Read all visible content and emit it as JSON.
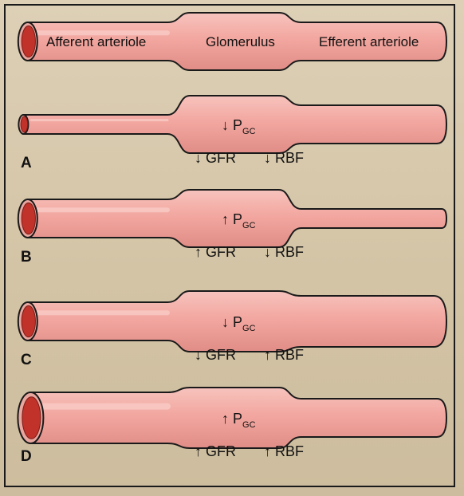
{
  "colors": {
    "vessel_fill": "#f2a7a0",
    "vessel_highlight": "#f9cbc5",
    "vessel_shadow": "#d77f78",
    "vessel_outline": "#1a1a1a",
    "lumen": "#c0322a",
    "lumen_rim": "#e8a79f"
  },
  "labels": {
    "afferent": "Afferent arteriole",
    "glomerulus": "Glomerulus",
    "efferent": "Efferent arteriole"
  },
  "panels": [
    {
      "letter": "",
      "afferent": "normal",
      "efferent": "normal",
      "pgc": null,
      "gfr": null,
      "rbf": null
    },
    {
      "letter": "A",
      "afferent": "constricted",
      "efferent": "normal",
      "pgc": "down",
      "gfr": "down",
      "rbf": "down"
    },
    {
      "letter": "B",
      "afferent": "normal",
      "efferent": "constricted",
      "pgc": "up",
      "gfr": "up",
      "rbf": "down"
    },
    {
      "letter": "C",
      "afferent": "normal",
      "efferent": "dilated",
      "pgc": "down",
      "gfr": "down",
      "rbf": "up"
    },
    {
      "letter": "D",
      "afferent": "dilated",
      "efferent": "normal",
      "pgc": "up",
      "gfr": "up",
      "rbf": "up"
    }
  ],
  "text": {
    "pgc_main": "P",
    "pgc_sub": "GC",
    "gfr": "GFR",
    "rbf": "RBF",
    "arrow_up": "↑",
    "arrow_down": "↓"
  }
}
